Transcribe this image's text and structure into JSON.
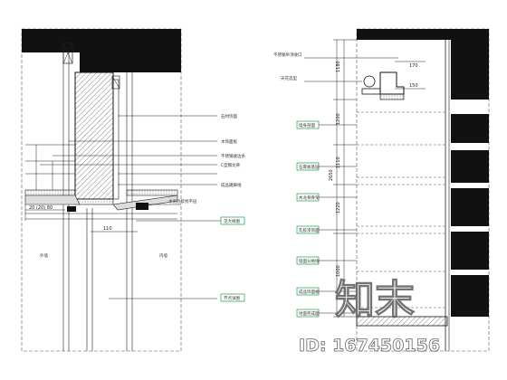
{
  "left_detail": {
    "dimension_labels": [
      "20 (20) 80",
      "110"
    ],
    "callout_labels": [
      "石材饰面",
      "木饰面板",
      "不锈钢收边条",
      "C型钢龙骨",
      "成品踢脚线",
      "水泥砂浆找平层",
      "见大样图",
      "节点详图"
    ],
    "side_text": [
      "外墙",
      "内墙"
    ]
  },
  "right_detail": {
    "dimension_labels": [
      "1180",
      "170",
      "150",
      "1200",
      "1110",
      "1220",
      "1000",
      "2650"
    ],
    "callout_labels": [
      "不锈钢吊顶收口",
      "天花造型",
      "墙身剖面",
      "石膏板基层",
      "木龙骨骨架",
      "乳胶漆饰面",
      "墙面分格线",
      "成品饰面板",
      "地面完成面"
    ]
  },
  "watermark": {
    "logo_text": "知末",
    "id_text": "ID: 167450156"
  },
  "colors": {
    "line": "#1a1a1a",
    "fill_dark": "#111111",
    "callout": "#1aa34a"
  }
}
